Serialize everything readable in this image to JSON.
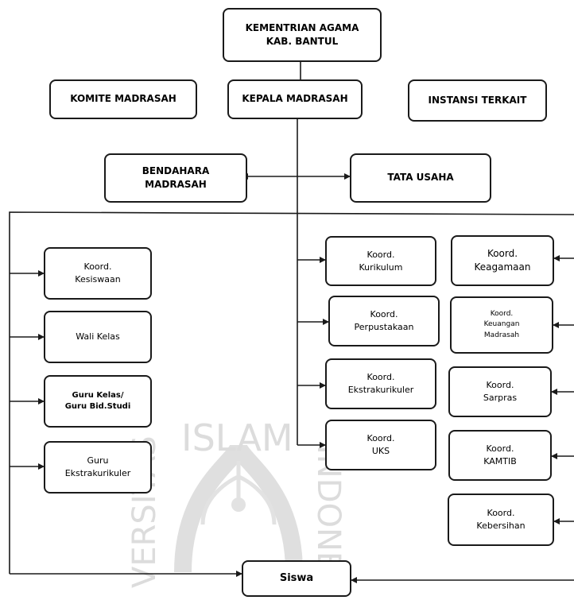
{
  "nodes": {
    "kementrian": "KEMENTRIAN AGAMA\nKAB. BANTUL",
    "komite": "KOMITE MADRASAH",
    "kepala": "KEPALA MADRASAH",
    "instansi": "INSTANSI TERKAIT",
    "bendahara": "BENDAHARA\nMADRASAH",
    "tata_usaha": "TATA USAHA",
    "koord_kesiswaan": "Koord.\nKesiswaan",
    "wali_kelas": "Wali Kelas",
    "guru_kelas": "Guru Kelas/\nGuru Bid.Studi",
    "guru_ekstra": "Guru\nEkstrakurikuler",
    "koord_kurikulum": "Koord.\nKurikulum",
    "koord_perpustakaan": "Koord.\nPerpustakaan",
    "koord_ekstrakurikuler": "Koord.\nEkstrakurikuler",
    "koord_uks": "Koord.\nUKS",
    "koord_keagamaan": "Koord.\nKeagamaan",
    "koord_keuangan": "Koord.\nKeuangan\nMadrasah",
    "koord_sarpras": "Koord.\nSarpras",
    "koord_kamtib": "Koord.\nKAMTIB",
    "koord_kebersihan": "Koord.\nKebersihan",
    "siswa": "Siswa"
  },
  "watermark": {
    "top_text": "ISLAM",
    "left_text": "VERSITAS",
    "right_text": "INDONE",
    "color": "#d9d9d9"
  },
  "colors": {
    "line": "#1a1a1a",
    "box_border": "#1a1a1a",
    "background": "#ffffff"
  }
}
